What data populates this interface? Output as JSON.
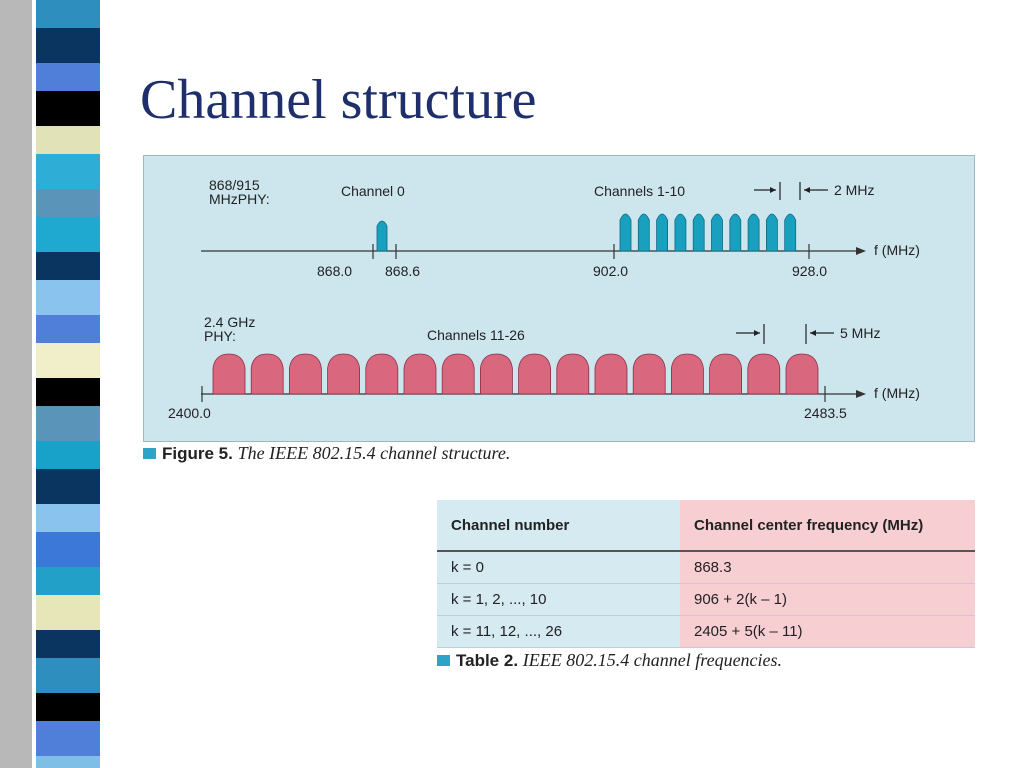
{
  "slide": {
    "title": "Channel structure"
  },
  "figure": {
    "top_band": {
      "phy_label_line1": "868/915",
      "phy_label_line2": "MHzPHY:",
      "channel0_label": "Channel 0",
      "channels_label": "Channels 1-10",
      "spacing_label": "2 MHz",
      "axis_label": "f (MHz)",
      "ticks": [
        "868.0",
        "868.6",
        "902.0",
        "928.0"
      ]
    },
    "bottom_band": {
      "phy_label_line1": "2.4 GHz",
      "phy_label_line2": "PHY:",
      "channels_label": "Channels 11-26",
      "spacing_label": "5 MHz",
      "axis_label": "f (MHz)",
      "ticks": [
        "2400.0",
        "2483.5"
      ]
    },
    "colors": {
      "band_fill": "#cde6ee",
      "pulse_teal": "#1aa0bf",
      "pulse_pink": "#d9687f"
    },
    "caption": {
      "label": "Figure 5.",
      "text": "The IEEE 802.15.4 channel structure."
    }
  },
  "table": {
    "headers": [
      "Channel number",
      "Channel center frequency (MHz)"
    ],
    "rows": [
      [
        "k = 0",
        "868.3"
      ],
      [
        "k = 1, 2, ..., 10",
        "906 + 2(k – 1)"
      ],
      [
        "k = 11, 12, ..., 26",
        "2405 + 5(k – 11)"
      ]
    ],
    "caption": {
      "label": "Table 2.",
      "text": "IEEE 802.15.4 channel frequencies."
    }
  }
}
